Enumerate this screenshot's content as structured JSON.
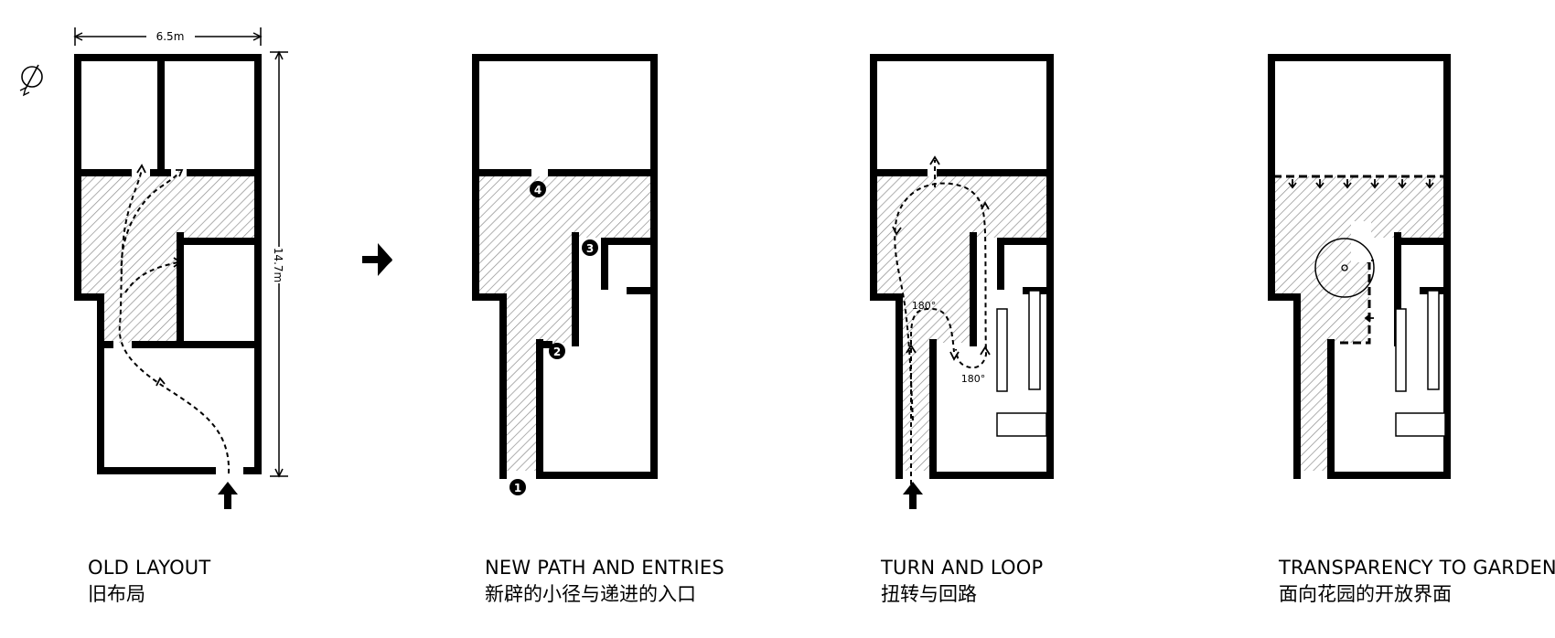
{
  "dimensions": {
    "width_label": "6.5m",
    "length_label": "14.7m"
  },
  "panels": [
    {
      "id": "old-layout",
      "title_en": "OLD LAYOUT",
      "title_zh": "旧布局"
    },
    {
      "id": "new-path",
      "title_en": "NEW PATH AND ENTRIES",
      "title_zh": "新辟的小径与递进的入口"
    },
    {
      "id": "turn-loop",
      "title_en": "TURN AND LOOP",
      "title_zh": "扭转与回路"
    },
    {
      "id": "transparency",
      "title_en": "TRANSPARENCY TO GARDEN",
      "title_zh": "面向花园的开放界面"
    }
  ],
  "entry_markers": [
    "1",
    "2",
    "3",
    "4"
  ],
  "turn_labels": [
    "180°",
    "180°"
  ],
  "icons": {
    "north": "north-arrow-icon",
    "transition": "right-arrow-icon",
    "entrance": "up-arrow-icon"
  },
  "colors": {
    "wall": "#000000",
    "hatch": "#8c8c8c",
    "background": "#ffffff"
  }
}
